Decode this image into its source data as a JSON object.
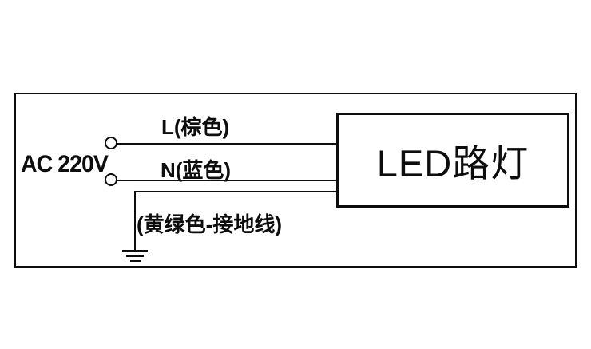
{
  "diagram": {
    "title_semantic": "LED street light wiring diagram",
    "source_label": "AC 220V",
    "wire_l_label": "L(棕色)",
    "wire_n_label": "N(蓝色)",
    "ground_label": "(黄绿色-接地线)",
    "device_label": "LED路灯",
    "colors": {
      "line": "#0d0d0d",
      "background": "#ffffff"
    }
  }
}
